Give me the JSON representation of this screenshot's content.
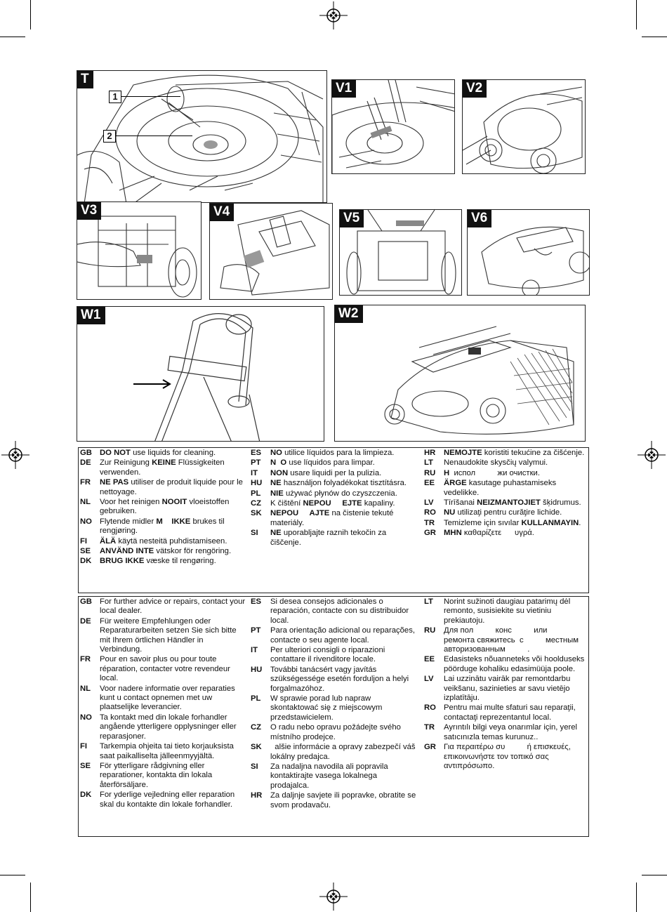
{
  "panels": {
    "T": "T",
    "V1": "V1",
    "V2": "V2",
    "V3": "V3",
    "V4": "V4",
    "V5": "V5",
    "V6": "V6",
    "W1": "W1",
    "W2": "W2",
    "callout_1": "1",
    "callout_2": "2"
  },
  "cleaning": {
    "col1": [
      {
        "code": "GB",
        "parts": [
          {
            "t": "DO NOT",
            "b": true
          },
          {
            "t": " use liquids for cleaning."
          }
        ]
      },
      {
        "code": "DE",
        "parts": [
          {
            "t": "Zur Reinigung "
          },
          {
            "t": "KEINE",
            "b": true
          },
          {
            "t": " Flüssigkeiten verwenden."
          }
        ]
      },
      {
        "code": "FR",
        "parts": [
          {
            "t": "NE PAS",
            "b": true
          },
          {
            "t": " utiliser de produit liquide pour le nettoyage."
          }
        ]
      },
      {
        "code": "NL",
        "parts": [
          {
            "t": "Voor het reinigen "
          },
          {
            "t": "NOOIT",
            "b": true
          },
          {
            "t": " vloeistoffen gebruiken."
          }
        ]
      },
      {
        "code": "NO",
        "parts": [
          {
            "t": "Flytende midler "
          },
          {
            "t": "M    IKKE",
            "b": true
          },
          {
            "t": " brukes til rengjøring."
          }
        ]
      },
      {
        "code": "FI",
        "parts": [
          {
            "t": "ÄLÄ",
            "b": true
          },
          {
            "t": " käytä nesteitä puhdistamiseen."
          }
        ]
      },
      {
        "code": "SE",
        "parts": [
          {
            "t": "ANVÄND INTE",
            "b": true
          },
          {
            "t": " vätskor för rengöring."
          }
        ]
      },
      {
        "code": "DK",
        "parts": [
          {
            "t": "BRUG IKKE",
            "b": true
          },
          {
            "t": " væske til rengøring."
          }
        ]
      }
    ],
    "col2": [
      {
        "code": "ES",
        "parts": [
          {
            "t": "NO",
            "b": true
          },
          {
            "t": " utilice líquidos para la limpieza."
          }
        ]
      },
      {
        "code": "PT",
        "parts": [
          {
            "t": "N  O",
            "b": true
          },
          {
            "t": " use líquidos para limpar."
          }
        ]
      },
      {
        "code": "IT",
        "parts": [
          {
            "t": "NON",
            "b": true
          },
          {
            "t": " usare liquidi per la pulizia."
          }
        ]
      },
      {
        "code": "HU",
        "parts": [
          {
            "t": "NE",
            "b": true
          },
          {
            "t": " használjon folyadékokat tisztításra."
          }
        ]
      },
      {
        "code": "PL",
        "parts": [
          {
            "t": "NIE",
            "b": true
          },
          {
            "t": " używać płynów do czyszczenia."
          }
        ]
      },
      {
        "code": "CZ",
        "parts": [
          {
            "t": "K čištění "
          },
          {
            "t": "NEPOU     EJTE",
            "b": true
          },
          {
            "t": " kapaliny."
          }
        ]
      },
      {
        "code": "SK",
        "parts": [
          {
            "t": "NEPOU     AJTE",
            "b": true
          },
          {
            "t": " na čistenie tekuté materiály."
          }
        ]
      },
      {
        "code": "SI",
        "parts": [
          {
            "t": "NE",
            "b": true
          },
          {
            "t": " uporabljajte raznih tekočin za čiščenje."
          }
        ]
      }
    ],
    "col3": [
      {
        "code": "HR",
        "parts": [
          {
            "t": "NEMOJTE",
            "b": true
          },
          {
            "t": " koristiti tekućine za čišćenje."
          }
        ]
      },
      {
        "code": "LT",
        "parts": [
          {
            "t": "Nenaudokite skysčių valymui."
          }
        ]
      },
      {
        "code": "RU",
        "parts": [
          {
            "t": "Н",
            "b": true
          },
          {
            "t": "  испол          жи очистки."
          }
        ]
      },
      {
        "code": "EE",
        "parts": [
          {
            "t": "ÄRGE",
            "b": true
          },
          {
            "t": " kasutage puhastamiseks vedelikke."
          }
        ]
      },
      {
        "code": "LV",
        "parts": [
          {
            "t": "Tīrīšanai "
          },
          {
            "t": "NEIZMANTOJIET",
            "b": true
          },
          {
            "t": " šķidrumus."
          }
        ]
      },
      {
        "code": "RO",
        "parts": [
          {
            "t": "NU",
            "b": true
          },
          {
            "t": " utilizaţi pentru curăţire lichide."
          }
        ]
      },
      {
        "code": "TR",
        "parts": [
          {
            "t": "Temizleme için sıvılar "
          },
          {
            "t": "KULLANMAYIN",
            "b": true
          },
          {
            "t": "."
          }
        ]
      },
      {
        "code": "GR",
        "parts": [
          {
            "t": "ΜΗΝ",
            "b": true
          },
          {
            "t": " καθαρίζετε      υγρά."
          }
        ]
      }
    ]
  },
  "advice": {
    "col1": [
      {
        "code": "GB",
        "text": "For further advice or repairs, contact your local dealer."
      },
      {
        "code": "DE",
        "text": "Für weitere Empfehlungen oder Reparaturarbeiten setzen Sie sich bitte mit Ihrem örtlichen Händler in Verbindung."
      },
      {
        "code": "FR",
        "text": "Pour en savoir plus ou pour toute réparation, contacter votre revendeur local."
      },
      {
        "code": "NL",
        "text": "Voor nadere informatie over reparaties kunt u contact opnemen met uw plaatselijke leverancier."
      },
      {
        "code": "NO",
        "text": "Ta kontakt med din lokale forhandler angående ytterligere opplysninger eller reparasjoner."
      },
      {
        "code": "FI",
        "text": "Tarkempia ohjeita tai tieto korjauksista saat paikalliselta jälleenmyyjältä."
      },
      {
        "code": "SE",
        "text": "För ytterligare rådgivning eller reparationer, kontakta din lokala återförsäljare."
      },
      {
        "code": "DK",
        "text": "For yderlige vejledning eller reparation skal du kontakte din lokale forhandler."
      }
    ],
    "col2": [
      {
        "code": "ES",
        "text": "Si desea consejos adicionales o reparación, contacte con su distribuidor local."
      },
      {
        "code": "PT",
        "text": "Para orientação adicional ou reparações, contacte o seu agente local."
      },
      {
        "code": "IT",
        "text": "Per ulteriori consigli o riparazioni contattare il rivenditore locale."
      },
      {
        "code": "HU",
        "text": "További tanácsért vagy javítás szükségessége esetén forduljon a helyi forgalmazóhoz."
      },
      {
        "code": "PL",
        "text": "W sprawie porad lub napraw skontaktować się z miejscowym przedstawicielem."
      },
      {
        "code": "CZ",
        "text": "O radu nebo opravu požádejte svého místního prodejce."
      },
      {
        "code": "SK",
        "text": "  alšie informácie a opravy zabezpečí váš lokálny predajca."
      },
      {
        "code": "SI",
        "text": "Za nadaljna navodila ali popravila kontaktirajte vasega lokalnega prodajalca."
      },
      {
        "code": "HR",
        "text": "Za daljnje savjete ili popravke, obratite se svom prodavaču."
      }
    ],
    "col3": [
      {
        "code": "LT",
        "text": "Norint sužinoti daugiau patarimų dėl remonto, susisiekite su vietiniu prekiautoju."
      },
      {
        "code": "RU",
        "text": "Для пол          конс          или          ремонта свяжитесь  с          местным авторизованным          ."
      },
      {
        "code": "EE",
        "text": "Edasisteks nõuanneteks või hoolduseks pöörduge kohaliku edasimüüja poole."
      },
      {
        "code": "LV",
        "text": "Lai uzzinātu vairāk par remontdarbu veikšanu, sazinieties ar savu vietējo izplatītāju."
      },
      {
        "code": "RO",
        "text": "Pentru mai multe sfaturi sau reparaţii, contactaţi reprezentantul local."
      },
      {
        "code": "TR",
        "text": "Ayrıntılı bilgi veya onarımlar için, yerel satıcınızla temas kurunuz.."
      },
      {
        "code": "GR",
        "text": "Για περαιτέρω συ          ή επισκευές, επικοινωνήστε τον τοπικό σας αντιπρόσωπο."
      }
    ]
  }
}
